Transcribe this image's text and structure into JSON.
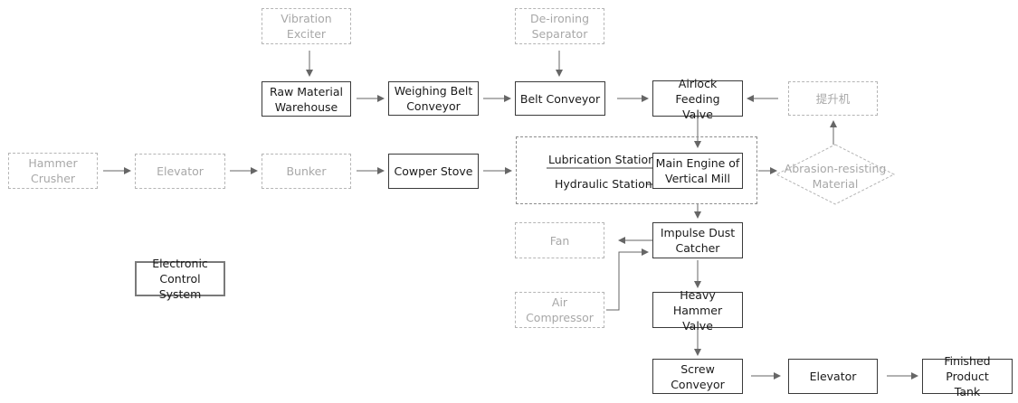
{
  "nodes": {
    "vibration_exciter": "Vibration Exciter",
    "de_ironing_separator": "De-ironing\nSeparator",
    "raw_material_warehouse": "Raw Material\nWarehouse",
    "weighing_belt_conveyor": "Weighing Belt\nConveyor",
    "belt_conveyor": "Belt Conveyor",
    "airlock_feeding_valve": "Airlock Feeding\nValve",
    "hoist_cn": "提升机",
    "hammer_crusher": "Hammer\nCrusher",
    "elevator_1": "Elevator",
    "bunker": "Bunker",
    "cowper_stove": "Cowper Stove",
    "lubrication_station": "Lubrication Station",
    "hydraulic_station": "Hydraulic Station",
    "main_engine_vertical_mill": "Main Engine of\nVertical Mill",
    "abrasion_resisting_material": "Abrasion-resisting\nMaterial",
    "fan": "Fan",
    "impulse_dust_catcher": "Impulse Dust\nCatcher",
    "electronic_control_system": "Electronic\nControl System",
    "air_compressor": "Air Compressor",
    "heavy_hammer_valve": "Heavy Hammer\nValve",
    "screw_conveyor": "Screw Conveyor",
    "elevator_2": "Elevator",
    "finished_product_tank": "Finished Product\nTank"
  },
  "colors": {
    "solid_border": "#3a3a3a",
    "dashed_border": "#b5b5b5",
    "dashed_text": "#a8a8a8",
    "arrow": "#666666"
  }
}
